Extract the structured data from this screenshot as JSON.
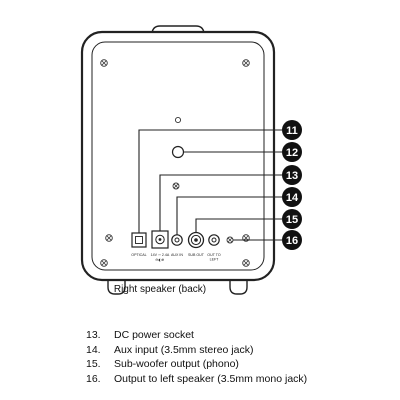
{
  "caption": "Right speaker (back)",
  "port_labels": {
    "optical": "OPTICAL",
    "dc_in": "14V ⎓ 2.4A",
    "aux_in": "AUX IN",
    "sub_out": "SUB OUT",
    "out_to_left": [
      "OUT TO",
      "LEFT"
    ]
  },
  "callouts": [
    "11",
    "12",
    "13",
    "14",
    "15",
    "16"
  ],
  "legend": [
    {
      "num": "13.",
      "text": "DC power socket"
    },
    {
      "num": "14.",
      "text": "Aux input (3.5mm stereo jack)"
    },
    {
      "num": "15.",
      "text": "Sub-woofer output (phono)"
    },
    {
      "num": "16.",
      "text": "Output to left speaker (3.5mm mono jack)"
    }
  ]
}
